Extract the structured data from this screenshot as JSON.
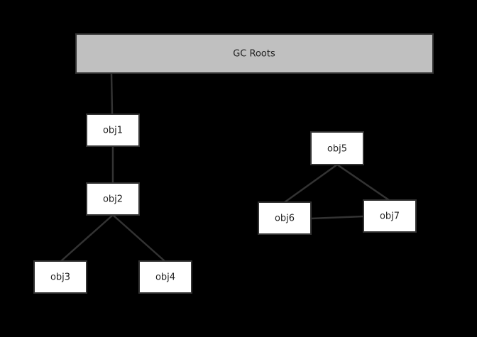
{
  "roots": {
    "label": "GC Roots"
  },
  "nodes": {
    "obj1": {
      "label": "obj1"
    },
    "obj2": {
      "label": "obj2"
    },
    "obj3": {
      "label": "obj3"
    },
    "obj4": {
      "label": "obj4"
    },
    "obj5": {
      "label": "obj5"
    },
    "obj6": {
      "label": "obj6"
    },
    "obj7": {
      "label": "obj7"
    }
  },
  "edges": [
    [
      "roots",
      "obj1"
    ],
    [
      "obj1",
      "obj2"
    ],
    [
      "obj2",
      "obj3"
    ],
    [
      "obj2",
      "obj4"
    ],
    [
      "obj5",
      "obj6"
    ],
    [
      "obj5",
      "obj7"
    ],
    [
      "obj6",
      "obj7"
    ]
  ],
  "colors": {
    "background": "#000000",
    "roots_fill": "#c0c0c0",
    "node_fill": "#ffffff",
    "stroke": "#333333",
    "text": "#222222"
  }
}
